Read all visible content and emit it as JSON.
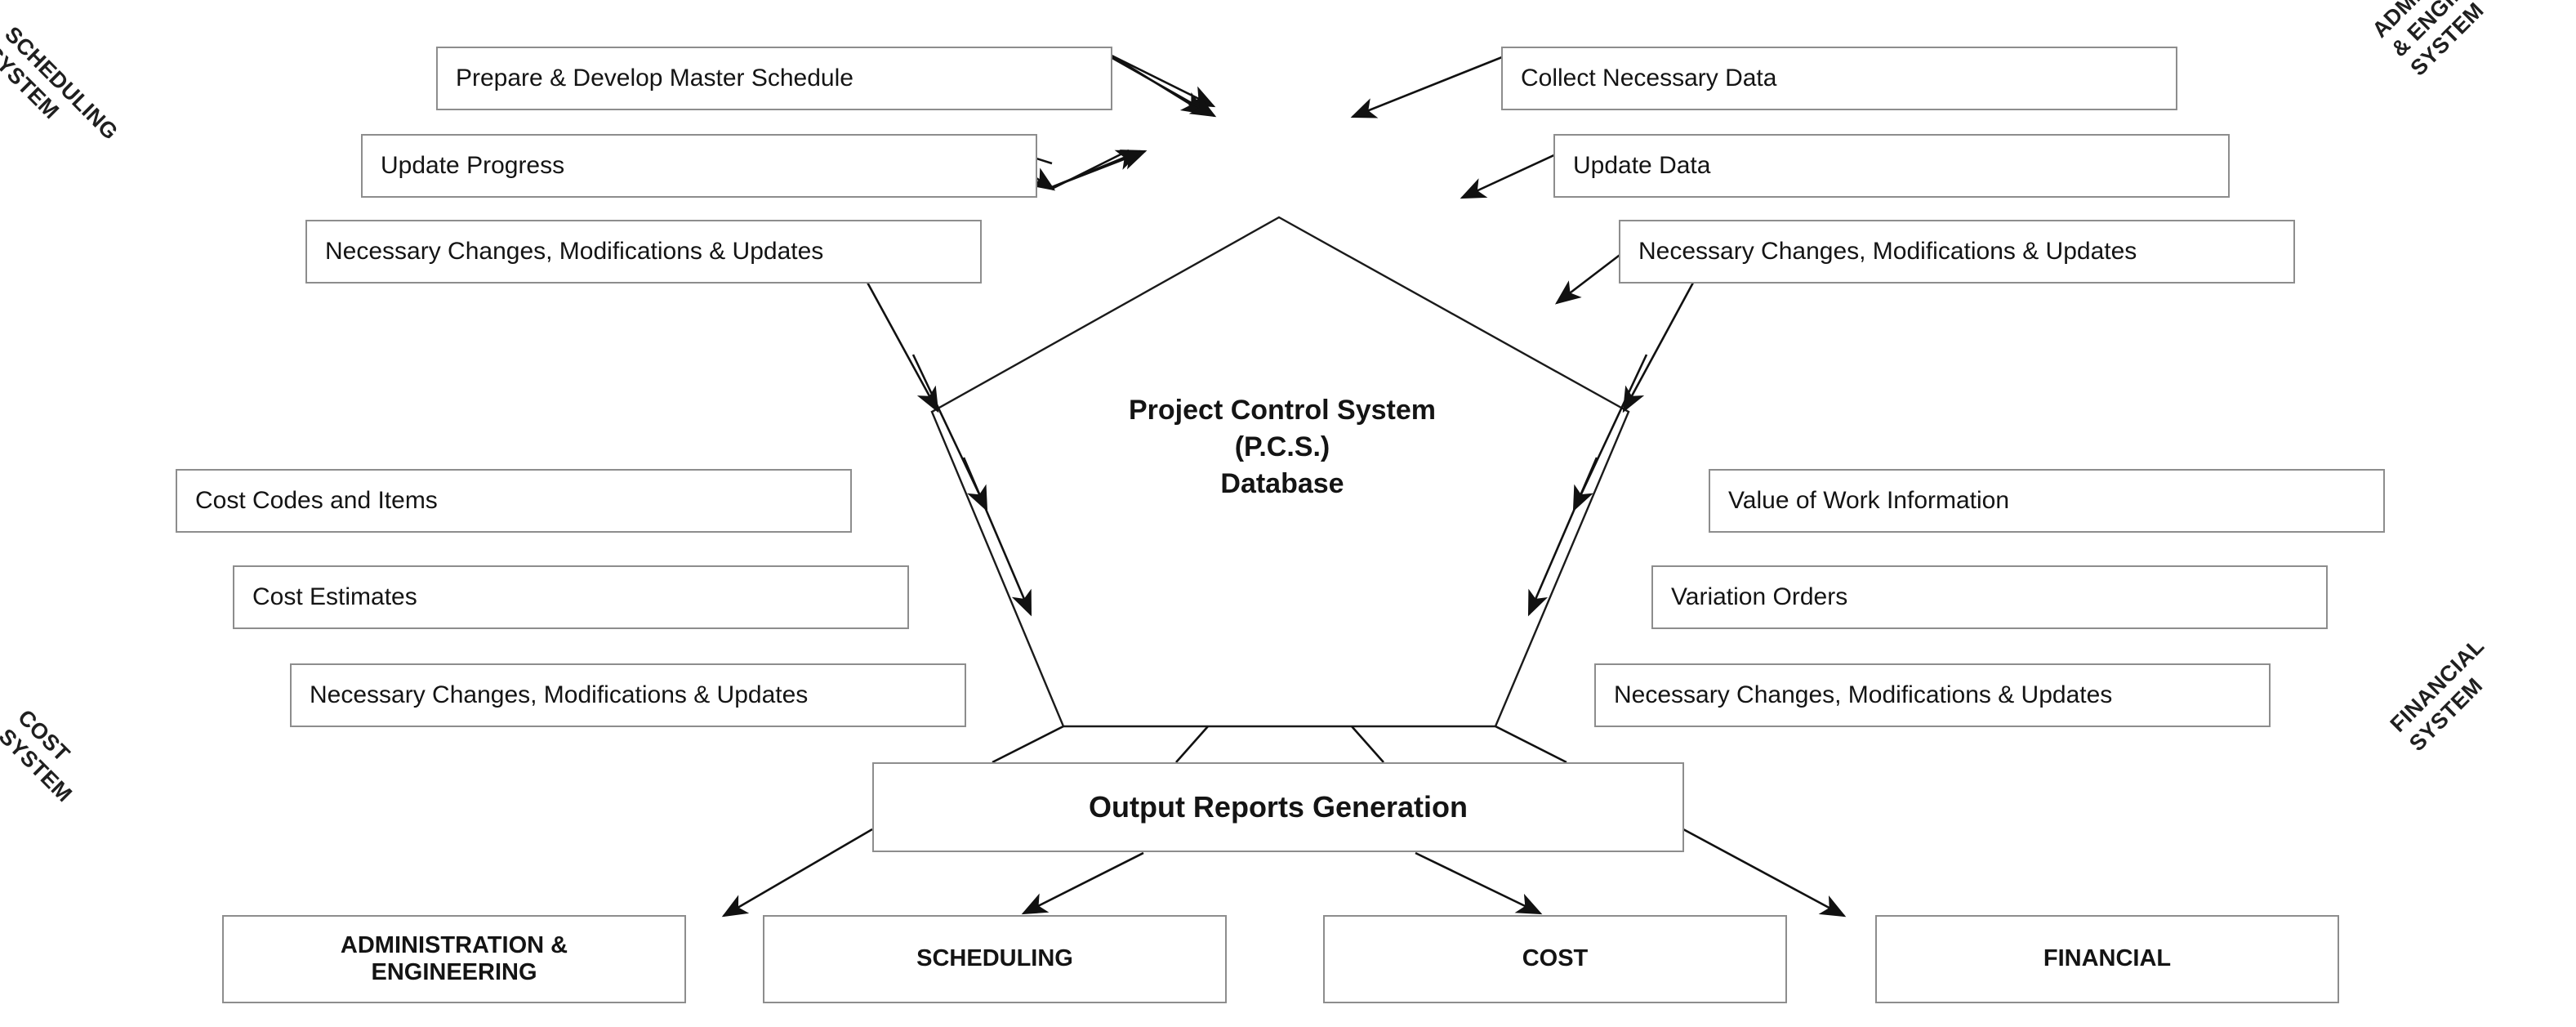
{
  "diagram": {
    "title": "Project Control System (P.C.S.) Database flow diagram",
    "center": {
      "label": "Project Control System\n(P.C.S.)\nDatabase"
    },
    "process": {
      "label": "Output Reports Generation"
    },
    "quadrant_labels": {
      "top_left": "SCHEDULING\nSYSTEM",
      "top_right": "ADMINISTRATION\n& ENGINEERING\nSYSTEM",
      "bottom_left": "COST\nSYSTEM",
      "bottom_right": "FINANCIAL\nSYSTEM"
    },
    "inputs": {
      "scheduling": [
        "Prepare & Develop Master Schedule",
        "Update Progress",
        "Necessary Changes, Modifications & Updates"
      ],
      "administration_engineering": [
        "Collect Necessary Data",
        "Update Data",
        "Necessary Changes, Modifications & Updates"
      ],
      "cost": [
        "Cost Codes and Items",
        "Cost Estimates",
        "Necessary Changes, Modifications & Updates"
      ],
      "financial": [
        "Value of Work Information",
        "Variation Orders",
        "Necessary Changes, Modifications & Updates"
      ]
    },
    "outputs": [
      "ADMINISTRATION &\nENGINEERING",
      "SCHEDULING",
      "COST",
      "FINANCIAL"
    ],
    "colors": {
      "line": "#1a1a1a",
      "box_border": "#8d8d8d",
      "text": "#141414",
      "background": "#ffffff"
    }
  }
}
